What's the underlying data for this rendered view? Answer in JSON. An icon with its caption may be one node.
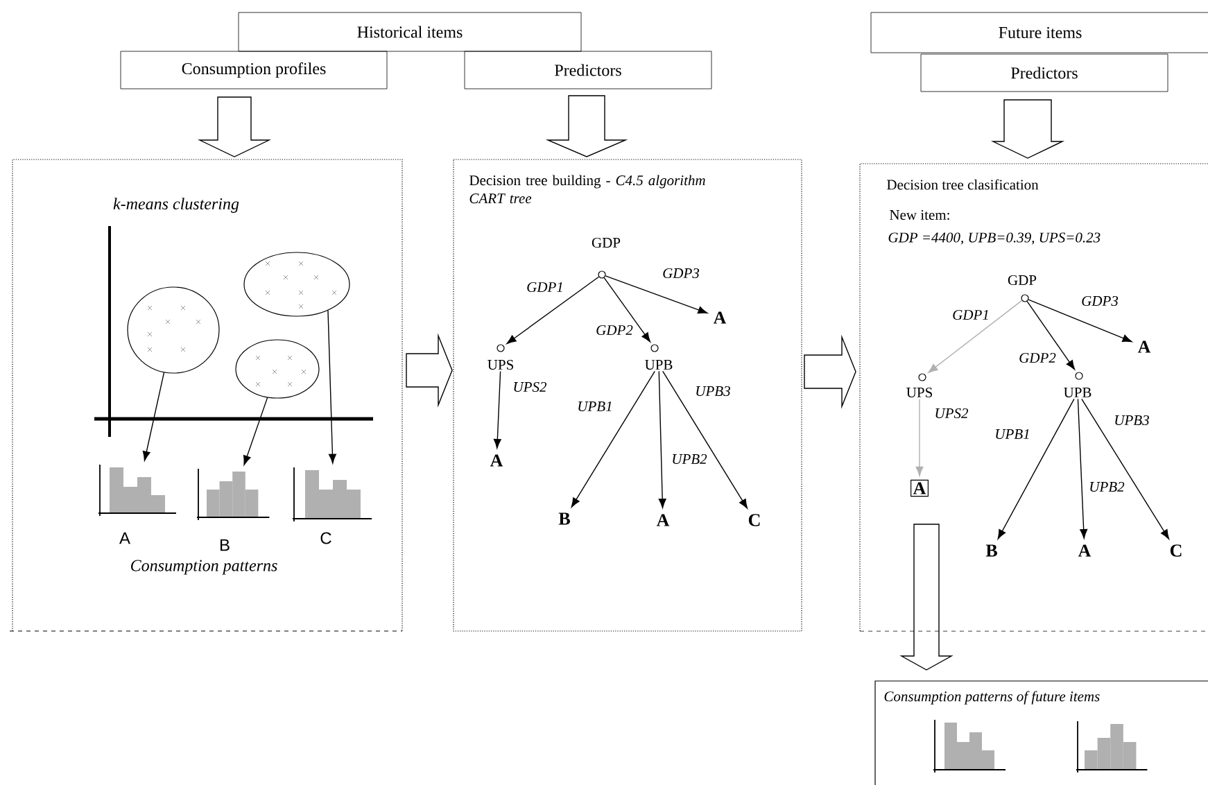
{
  "diagram": {
    "nodes": [
      {
        "text": [
          "Historical items"
        ]
      },
      {
        "text": [
          "Consumption profiles"
        ]
      },
      {
        "text": [
          "Predictors"
        ]
      },
      {
        "text": [
          "Future items"
        ]
      },
      {
        "text": [
          "Predictors"
        ]
      },
      {
        "text": [
          "k-means clustering",
          "Consumption patterns"
        ]
      },
      {
        "text": [],
        "shape": "circle",
        "in": 5
      },
      {
        "text": [],
        "shape": "circle",
        "in": 5
      },
      {
        "text": [],
        "shape": "circle",
        "in": 5
      },
      {
        "text": [],
        "shape": "picture",
        "in": 5,
        "beside": [
          "A"
        ]
      },
      {
        "text": [],
        "shape": "picture",
        "in": 5,
        "beside": [
          "B"
        ]
      },
      {
        "text": [],
        "shape": "picture",
        "in": 5,
        "beside": [
          "C"
        ]
      },
      {
        "text": [
          "Decision tree building - *C4.5 algorithm CART tree*"
        ]
      },
      {
        "text": [
          "GDP"
        ],
        "in": 12
      },
      {
        "text": [
          "A"
        ],
        "in": 12
      },
      {
        "text": [
          "UPS"
        ],
        "in": 12
      },
      {
        "text": [
          "UPB"
        ],
        "in": 12
      },
      {
        "text": [
          "A"
        ],
        "in": 12
      },
      {
        "text": [
          "B"
        ],
        "in": 12
      },
      {
        "text": [
          "A"
        ],
        "in": 12
      },
      {
        "text": [
          "C"
        ],
        "in": 12
      },
      {
        "text": [
          "Decision tree clasification",
          "New item:",
          "GDP =4400, UPB=0.39, UPS=0.23"
        ]
      },
      {
        "text": [
          "GDP"
        ],
        "in": 21
      },
      {
        "text": [
          "A"
        ],
        "in": 21
      },
      {
        "text": [
          "UPS"
        ],
        "in": 21
      },
      {
        "text": [
          "UPB"
        ],
        "in": 21
      },
      {
        "text": [
          "A"
        ],
        "in": 21
      },
      {
        "text": [
          "B"
        ],
        "in": 21
      },
      {
        "text": [
          "A"
        ],
        "in": 21
      },
      {
        "text": [
          "C"
        ],
        "in": 21
      },
      {
        "text": [
          "Consumption patterns of future items"
        ]
      }
    ],
    "edges": [
      {
        "from": 1,
        "to": 5,
        "arrow": "to",
        "style": "thick"
      },
      {
        "from": 2,
        "to": 12,
        "arrow": "to",
        "style": "thick"
      },
      {
        "from": 4,
        "to": 21,
        "arrow": "to",
        "style": "thick"
      },
      {
        "from": 6,
        "to": 9,
        "arrow": "to"
      },
      {
        "from": 7,
        "to": 10,
        "arrow": "to"
      },
      {
        "from": 8,
        "to": 11,
        "arrow": "to"
      },
      {
        "from": 5,
        "to": 12,
        "arrow": "to",
        "style": "thick"
      },
      {
        "from": 13,
        "to": 15,
        "arrow": "to",
        "label": "GDP1"
      },
      {
        "from": 13,
        "to": 16,
        "arrow": "to",
        "label": "GDP2"
      },
      {
        "from": 13,
        "to": 14,
        "arrow": "to",
        "label": "GDP3"
      },
      {
        "from": 15,
        "to": 17,
        "arrow": "to",
        "label": "UPS2"
      },
      {
        "from": 16,
        "to": 18,
        "arrow": "to",
        "label": "UPB1"
      },
      {
        "from": 16,
        "to": 19,
        "arrow": "to",
        "label": "UPB2"
      },
      {
        "from": 16,
        "to": 20,
        "arrow": "to",
        "label": "UPB3"
      },
      {
        "from": 12,
        "to": 21,
        "arrow": "to",
        "style": "thick"
      },
      {
        "from": 22,
        "to": 24,
        "arrow": "to",
        "label": "GDP1",
        "color": "#b0b0b0"
      },
      {
        "from": 22,
        "to": 25,
        "arrow": "to",
        "label": "GDP2"
      },
      {
        "from": 22,
        "to": 23,
        "arrow": "to",
        "label": "GDP3"
      },
      {
        "from": 24,
        "to": 26,
        "arrow": "to",
        "label": "UPS2",
        "color": "#b0b0b0"
      },
      {
        "from": 25,
        "to": 27,
        "arrow": "to",
        "label": "UPB1"
      },
      {
        "from": 25,
        "to": 28,
        "arrow": "to",
        "label": "UPB2"
      },
      {
        "from": 25,
        "to": 29,
        "arrow": "to",
        "label": "UPB3"
      },
      {
        "from": 26,
        "to": 30,
        "arrow": "to",
        "style": "thick"
      }
    ]
  }
}
